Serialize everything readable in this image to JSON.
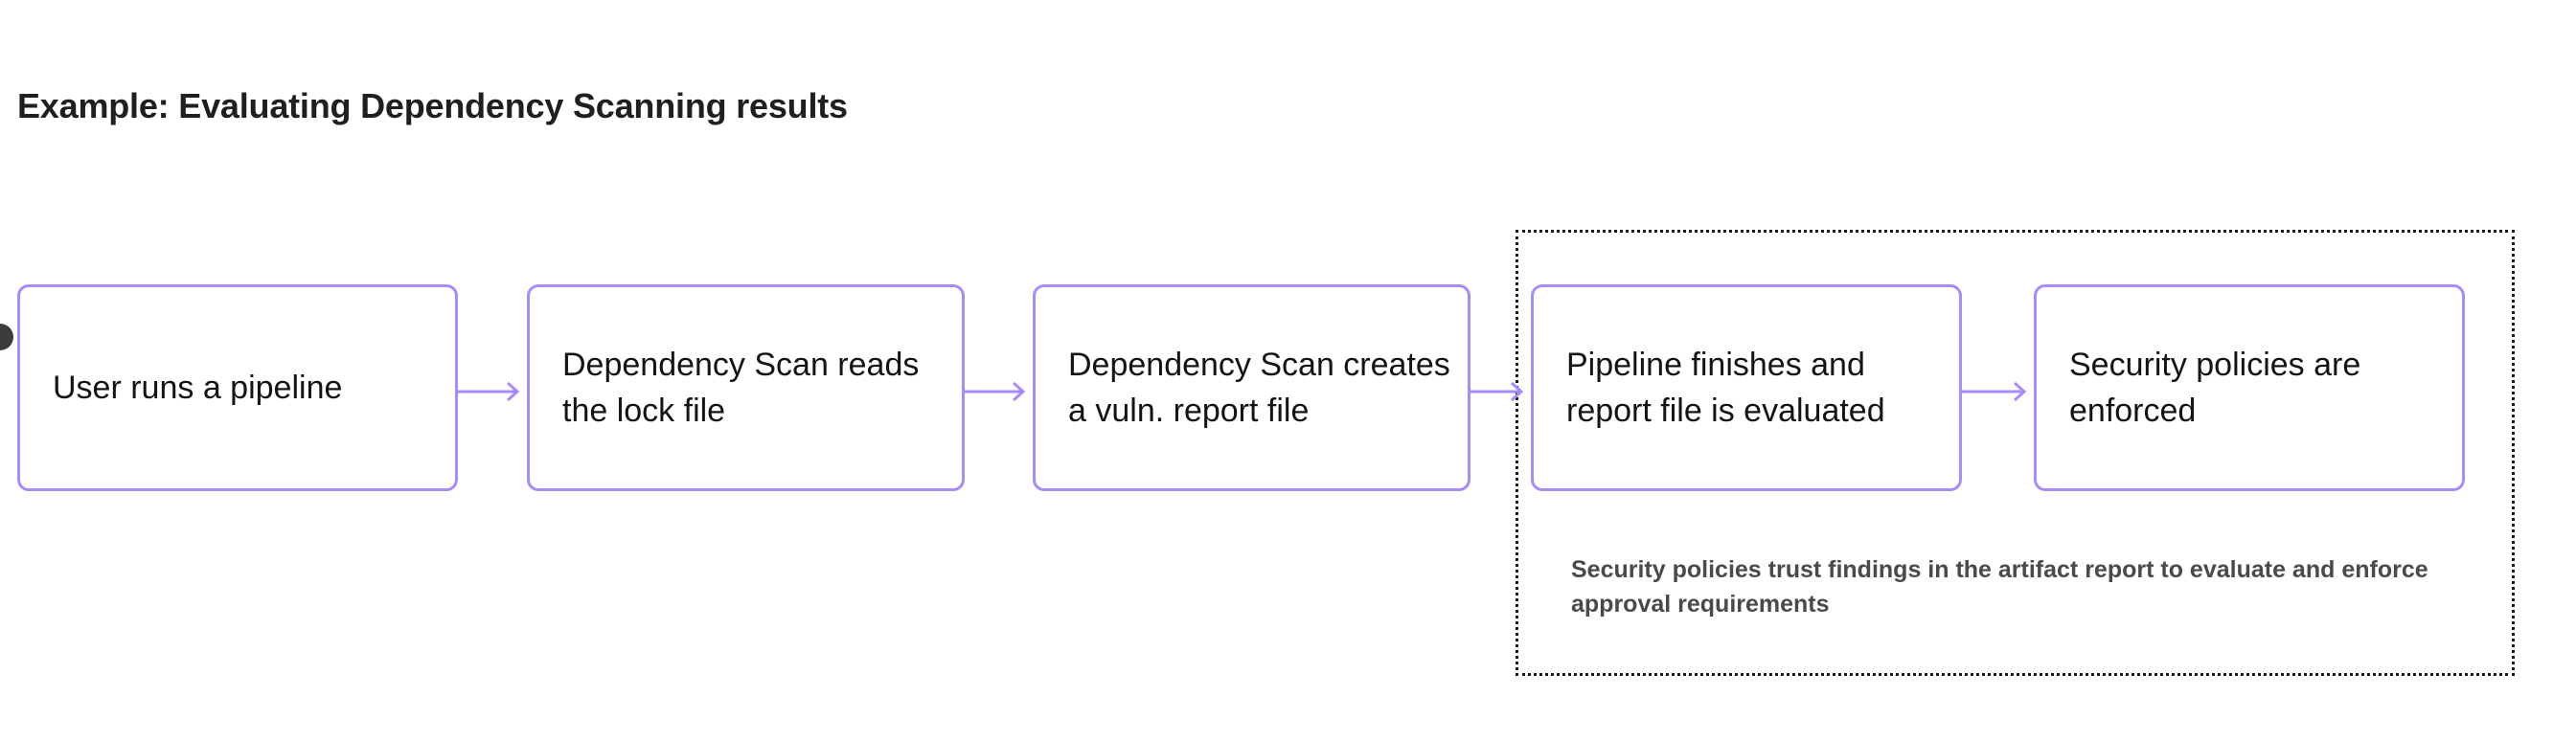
{
  "diagram": {
    "title": "Example: Evaluating Dependency Scanning results",
    "type": "flowchart",
    "orientation": "left-to-right",
    "colors": {
      "node_border": "#a78bfa",
      "node_fill": "#ffffff",
      "node_text": "#141414",
      "arrow": "#a78bfa",
      "group_border": "#1a1a1a",
      "caption_text": "#4a4a4a",
      "title_text": "#1f1f1f",
      "edge_dot": "#3c3c3c",
      "background": "#ffffff"
    },
    "nodes": [
      {
        "id": "node-1",
        "label": "User runs a pipeline"
      },
      {
        "id": "node-2",
        "label": "Dependency Scan reads the lock file"
      },
      {
        "id": "node-3",
        "label": "Dependency Scan creates a vuln. report file"
      },
      {
        "id": "node-4",
        "label": "Pipeline finishes and report file is evaluated"
      },
      {
        "id": "node-5",
        "label": "Security policies are enforced"
      }
    ],
    "arrows": [
      {
        "id": "arrow-1",
        "from": "node-1",
        "to": "node-2"
      },
      {
        "id": "arrow-2",
        "from": "node-2",
        "to": "node-3"
      },
      {
        "id": "arrow-3",
        "from": "node-3",
        "to": "node-4"
      },
      {
        "id": "arrow-4",
        "from": "node-4",
        "to": "node-5"
      }
    ],
    "group": {
      "border_style": "dotted",
      "contains": [
        "node-4",
        "node-5"
      ],
      "caption": "Security policies trust findings in the artifact report to evaluate and enforce approval requirements"
    }
  }
}
